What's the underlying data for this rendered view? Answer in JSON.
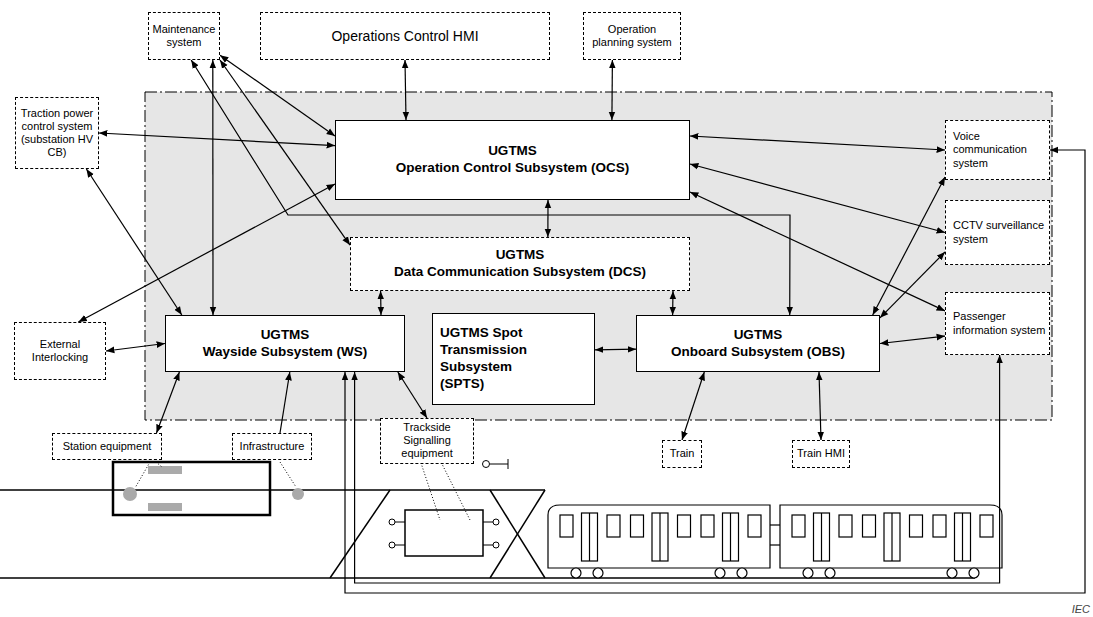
{
  "diagram": {
    "nodes": [
      {
        "text": [
          "Maintenance system"
        ]
      },
      {
        "text": [
          "Operations Control HMI"
        ]
      },
      {
        "text": [
          "Operation planning system"
        ]
      },
      {
        "text": [
          "Traction power control system (substation HV CB)"
        ]
      },
      {
        "text": [
          "UGTMS",
          "Operation Control Subsystem (OCS)"
        ]
      },
      {
        "text": [
          "UGTMS",
          "Data Communication Subsystem (DCS)"
        ]
      },
      {
        "text": [
          "UGTMS",
          "Wayside Subsystem (WS)"
        ]
      },
      {
        "text": [
          "UGTMS Spot Transmission Subsystem (SPTS)"
        ]
      },
      {
        "text": [
          "UGTMS",
          "Onboard Subsystem (OBS)"
        ]
      },
      {
        "text": [
          "Voice communication system"
        ]
      },
      {
        "text": [
          "CCTV surveillance system"
        ]
      },
      {
        "text": [
          "Passenger information system"
        ]
      },
      {
        "text": [
          "External Interlocking"
        ]
      },
      {
        "text": [
          "Station equipment"
        ]
      },
      {
        "text": [
          "Infrastructure"
        ]
      },
      {
        "text": [
          "Trackside Signalling equipment"
        ]
      },
      {
        "text": [
          "Train"
        ]
      },
      {
        "text": [
          "Train HMI"
        ]
      }
    ],
    "edges": [
      {
        "from": 0,
        "to": 4,
        "arrow": "both"
      },
      {
        "from": 0,
        "to": 6,
        "arrow": "both"
      },
      {
        "from": 0,
        "to": 5,
        "arrow": "both"
      },
      {
        "from": 0,
        "to": 8,
        "arrow": "both"
      },
      {
        "from": 1,
        "to": 4,
        "arrow": "both"
      },
      {
        "from": 2,
        "to": 4,
        "arrow": "both"
      },
      {
        "from": 3,
        "to": 4,
        "arrow": "both"
      },
      {
        "from": 3,
        "to": 6,
        "arrow": "both"
      },
      {
        "from": 4,
        "to": 5,
        "arrow": "both"
      },
      {
        "from": 4,
        "to": 9,
        "arrow": "both"
      },
      {
        "from": 4,
        "to": 10,
        "arrow": "both"
      },
      {
        "from": 4,
        "to": 11,
        "arrow": "both"
      },
      {
        "from": 12,
        "to": 4,
        "arrow": "both"
      },
      {
        "from": 12,
        "to": 6,
        "arrow": "both"
      },
      {
        "from": 5,
        "to": 6,
        "arrow": "both"
      },
      {
        "from": 5,
        "to": 8,
        "arrow": "both"
      },
      {
        "from": 7,
        "to": 8,
        "arrow": "both"
      },
      {
        "from": 8,
        "to": 9,
        "arrow": "both"
      },
      {
        "from": 8,
        "to": 10,
        "arrow": "both"
      },
      {
        "from": 8,
        "to": 11,
        "arrow": "both"
      },
      {
        "from": 6,
        "to": 13,
        "arrow": "both"
      },
      {
        "from": 14,
        "to": 6,
        "arrow": "to"
      },
      {
        "from": 6,
        "to": 15,
        "arrow": "both"
      },
      {
        "from": 8,
        "to": 16,
        "arrow": "both"
      },
      {
        "from": 8,
        "to": 17,
        "arrow": "both"
      },
      {
        "from": 6,
        "to": 11,
        "arrow": "both"
      },
      {
        "from": 6,
        "to": 9,
        "arrow": "both"
      }
    ],
    "labels": [
      "IEC"
    ]
  }
}
